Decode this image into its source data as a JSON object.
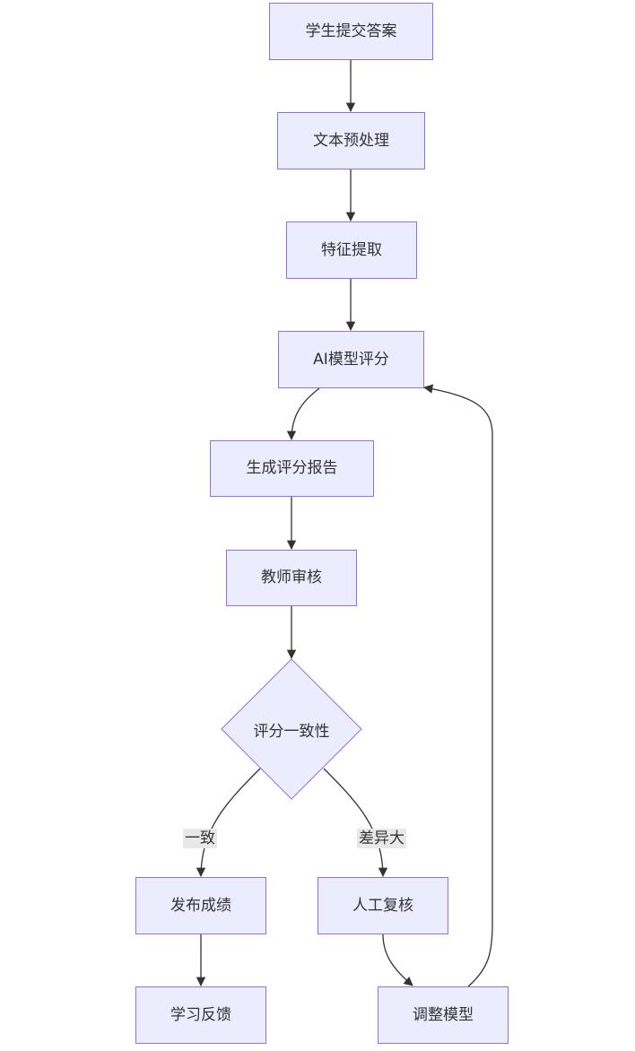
{
  "flowchart": {
    "nodes": {
      "submit": "学生提交答案",
      "preprocess": "文本预处理",
      "features": "特征提取",
      "ai_score": "AI模型评分",
      "report": "生成评分报告",
      "teacher_review": "教师审核",
      "consistency": "评分一致性",
      "publish": "发布成绩",
      "feedback": "学习反馈",
      "manual_review": "人工复核",
      "adjust_model": "调整模型"
    },
    "edge_labels": {
      "consistent": "一致",
      "large_diff": "差异大"
    }
  },
  "colors": {
    "node_fill": "#ececff",
    "node_border": "#9370db",
    "edge": "#333333",
    "edge_label_bg": "#e8e8e8"
  }
}
